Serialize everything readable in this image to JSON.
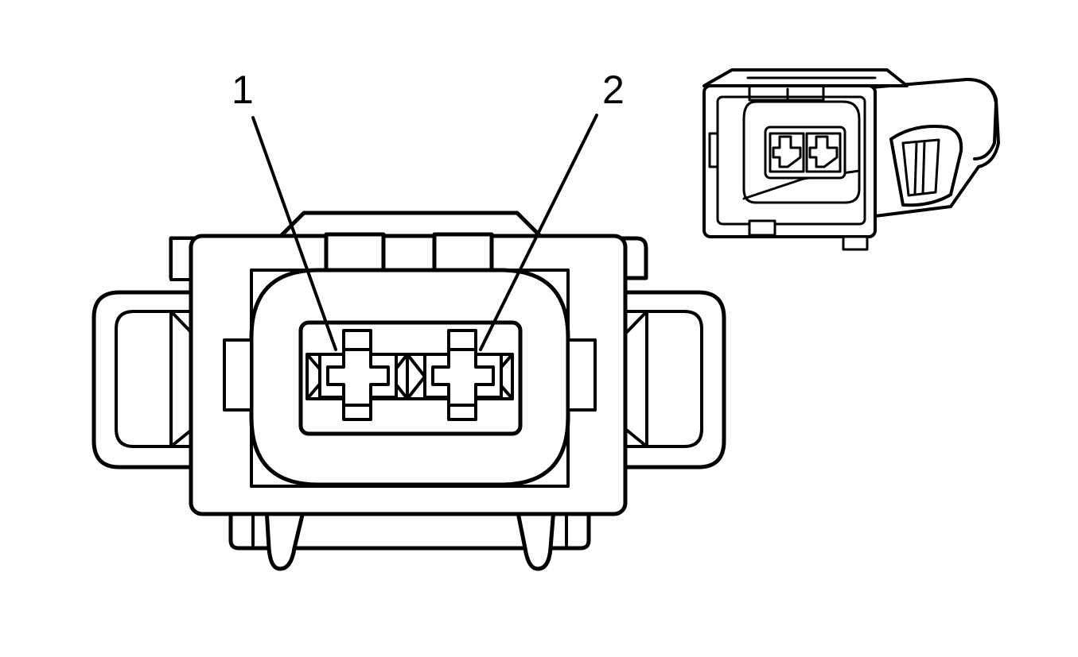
{
  "figure": {
    "description_labels": [
      "1",
      "2"
    ],
    "colors": {
      "stroke": "#000000",
      "background": "#ffffff"
    },
    "callouts": [
      {
        "id": "1",
        "label": "1"
      },
      {
        "id": "2",
        "label": "2"
      }
    ]
  }
}
